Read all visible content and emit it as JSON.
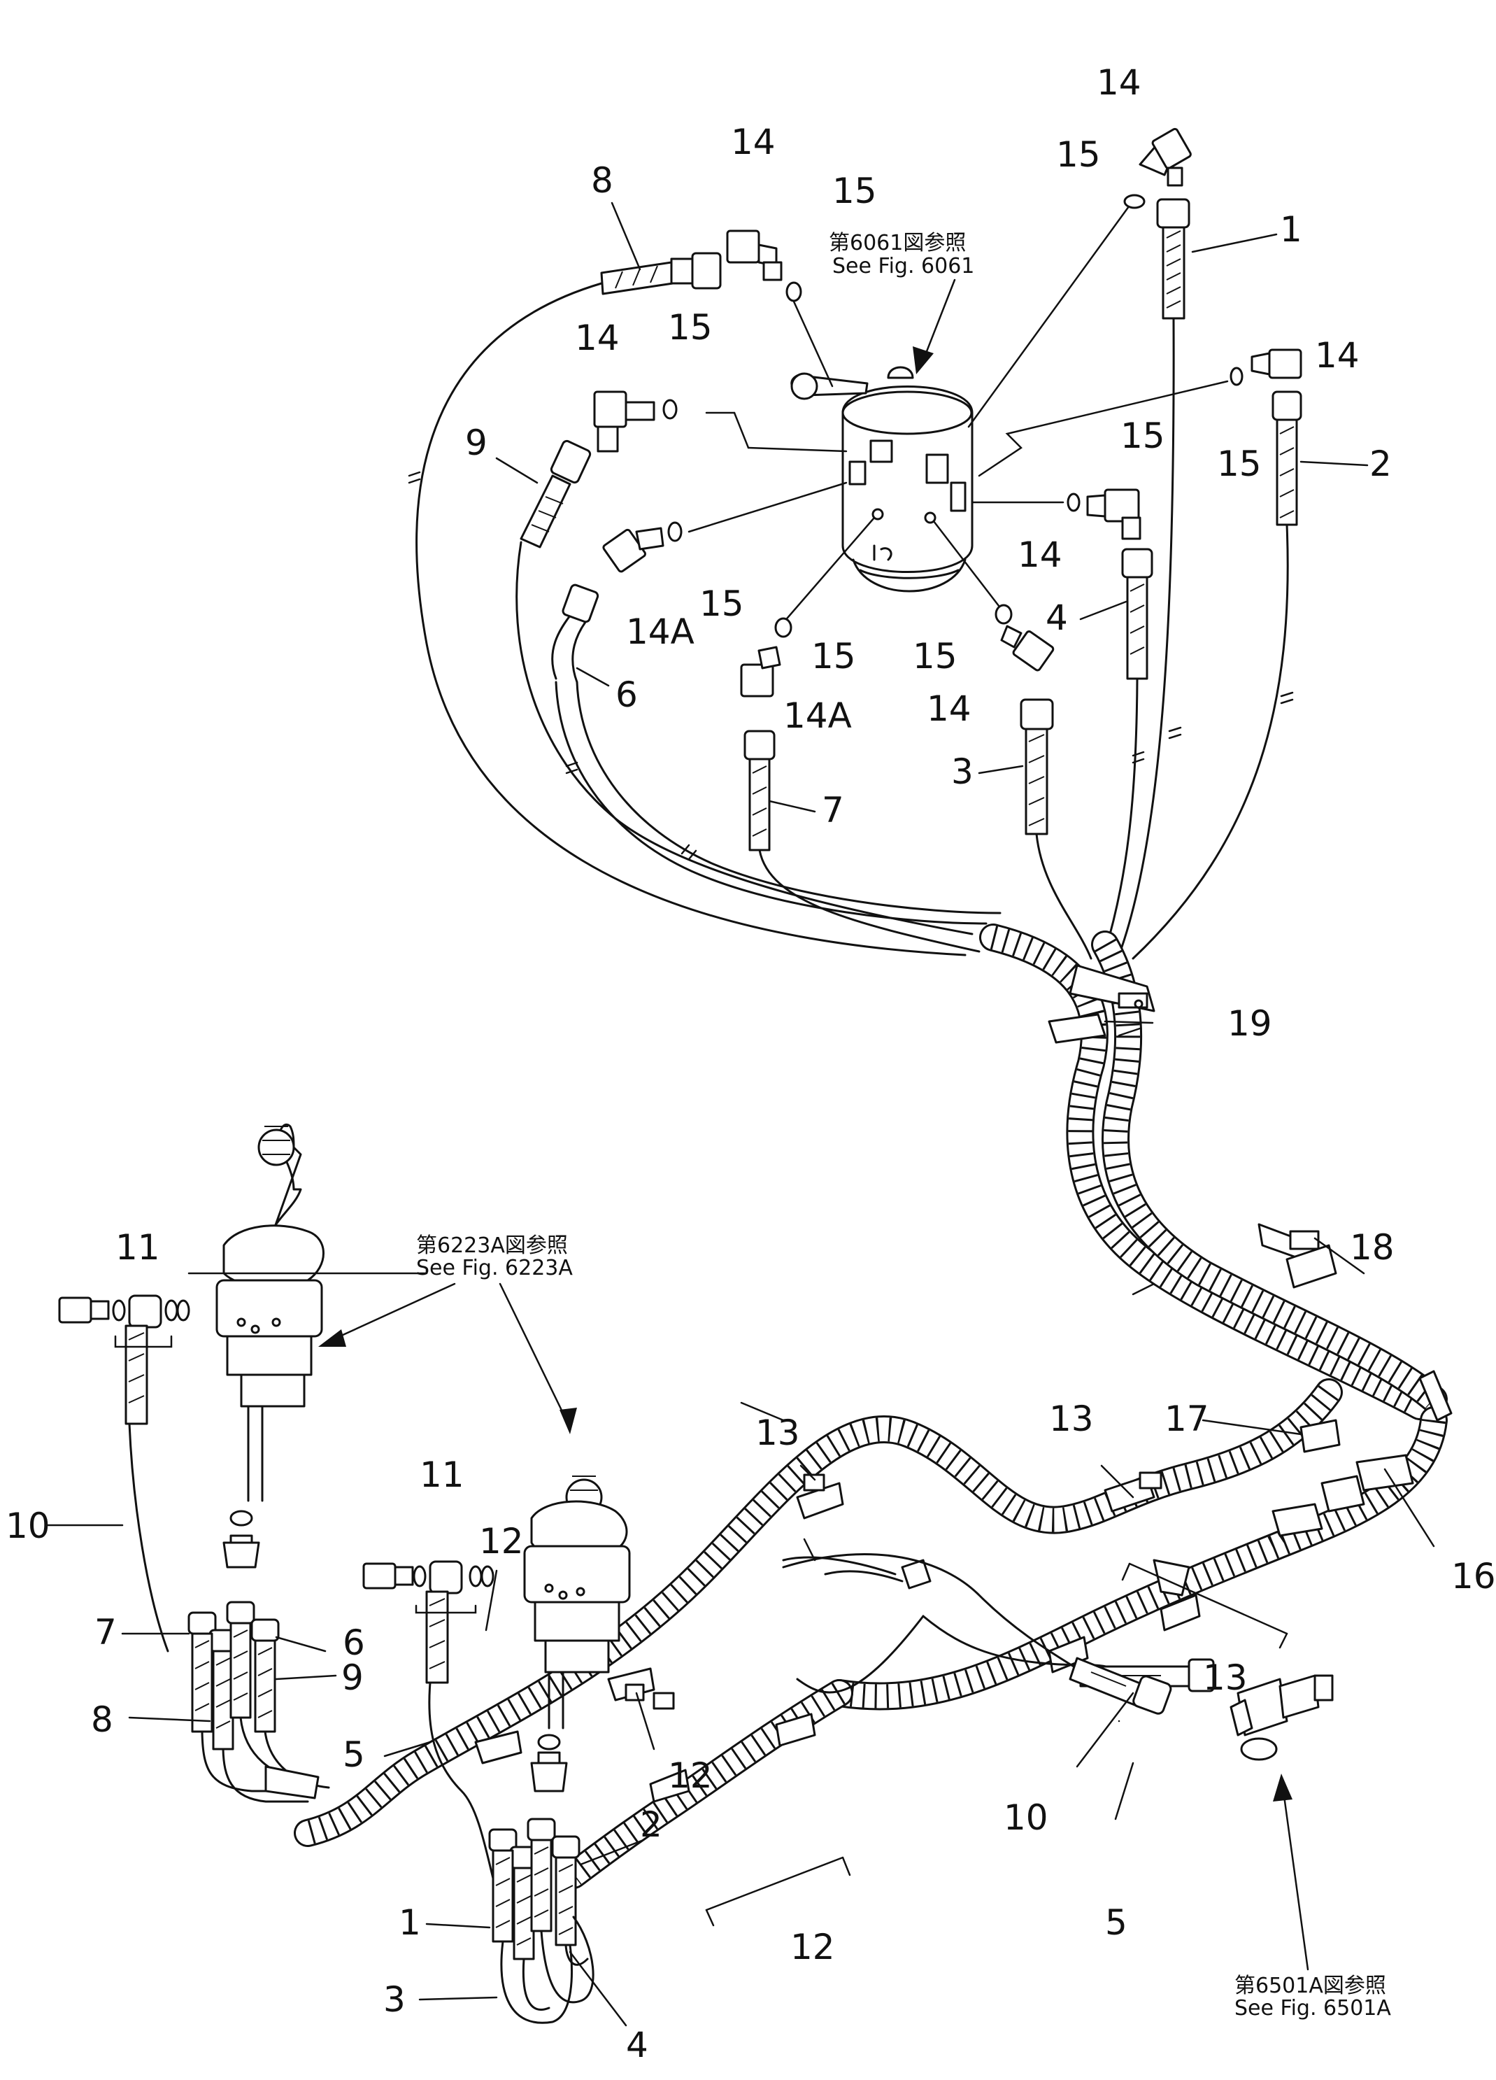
{
  "references": {
    "fig_6061": {
      "jp": "第6061図参照",
      "en": "See  Fig. 6061"
    },
    "fig_6223a": {
      "jp": "第6223A図参照",
      "en": "See  Fig. 6223A"
    },
    "fig_6501a": {
      "jp": "第6501A図参照",
      "en": "See  Fig. 6501A"
    }
  },
  "callouts": {
    "c1_top": "1",
    "c2_top": "2",
    "c3_top": "3",
    "c4_top": "4",
    "c6_top": "6",
    "c7_top": "7",
    "c8_top": "8",
    "c9_top": "9",
    "c14_a": "14",
    "c14_b": "14",
    "c14_c": "14",
    "c14_d": "14",
    "c14_e": "14",
    "c14_f": "14",
    "c14A_a": "14A",
    "c14A_b": "14A",
    "c15_a": "15",
    "c15_b": "15",
    "c15_c": "15",
    "c15_d": "15",
    "c15_e": "15",
    "c15_f": "15",
    "c15_g": "15",
    "c15_h": "15",
    "c19": "19",
    "c18": "18",
    "c17": "17",
    "c16": "16",
    "c13_a": "13",
    "c13_b": "13",
    "c13_c": "13",
    "c12_a": "12",
    "c12_b": "12",
    "c12_c": "12",
    "c11_a": "11",
    "c11_b": "11",
    "c10_a": "10",
    "c10_b": "10",
    "c7_low": "7",
    "c8_low": "8",
    "c6_low": "6",
    "c9_low": "9",
    "c5_a": "5",
    "c5_b": "5",
    "c1_low": "1",
    "c2_low": "2",
    "c3_low": "3",
    "c4_low": "4"
  }
}
